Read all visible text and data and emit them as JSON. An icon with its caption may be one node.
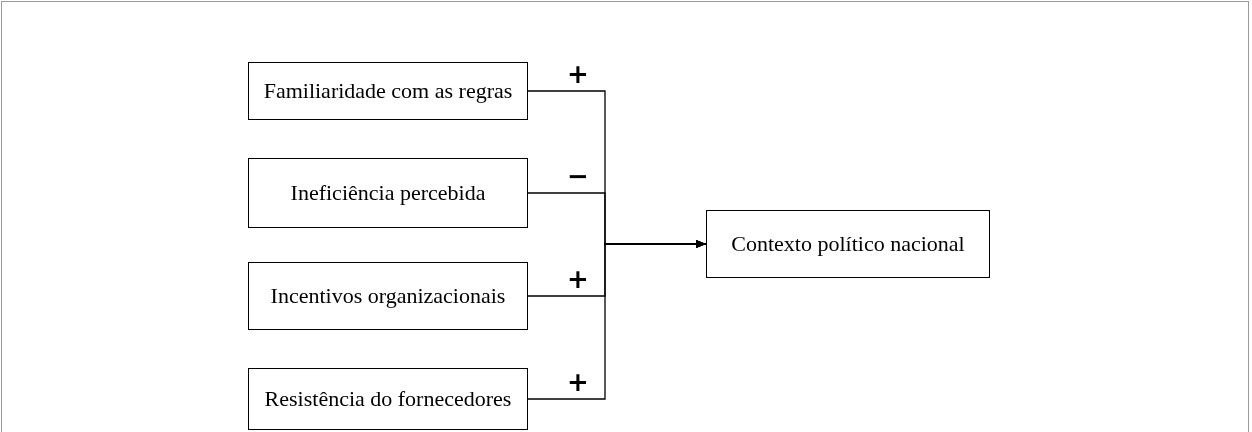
{
  "diagram": {
    "nodes": [
      {
        "text": [
          "Familiaridade com as regras"
        ]
      },
      {
        "text": [
          "Ineficiência percebida"
        ]
      },
      {
        "text": [
          "Incentivos organizacionais"
        ]
      },
      {
        "text": [
          "Resistência do fornecedores"
        ]
      },
      {
        "text": [
          "Contexto político nacional"
        ]
      }
    ],
    "edges": [
      {
        "from": 0,
        "to": 4,
        "arrow": "to",
        "label": "+"
      },
      {
        "from": 1,
        "to": 4,
        "arrow": "to",
        "label": "−"
      },
      {
        "from": 2,
        "to": 4,
        "arrow": "to",
        "label": "+"
      },
      {
        "from": 3,
        "to": 4,
        "arrow": "to",
        "label": "+"
      }
    ]
  }
}
